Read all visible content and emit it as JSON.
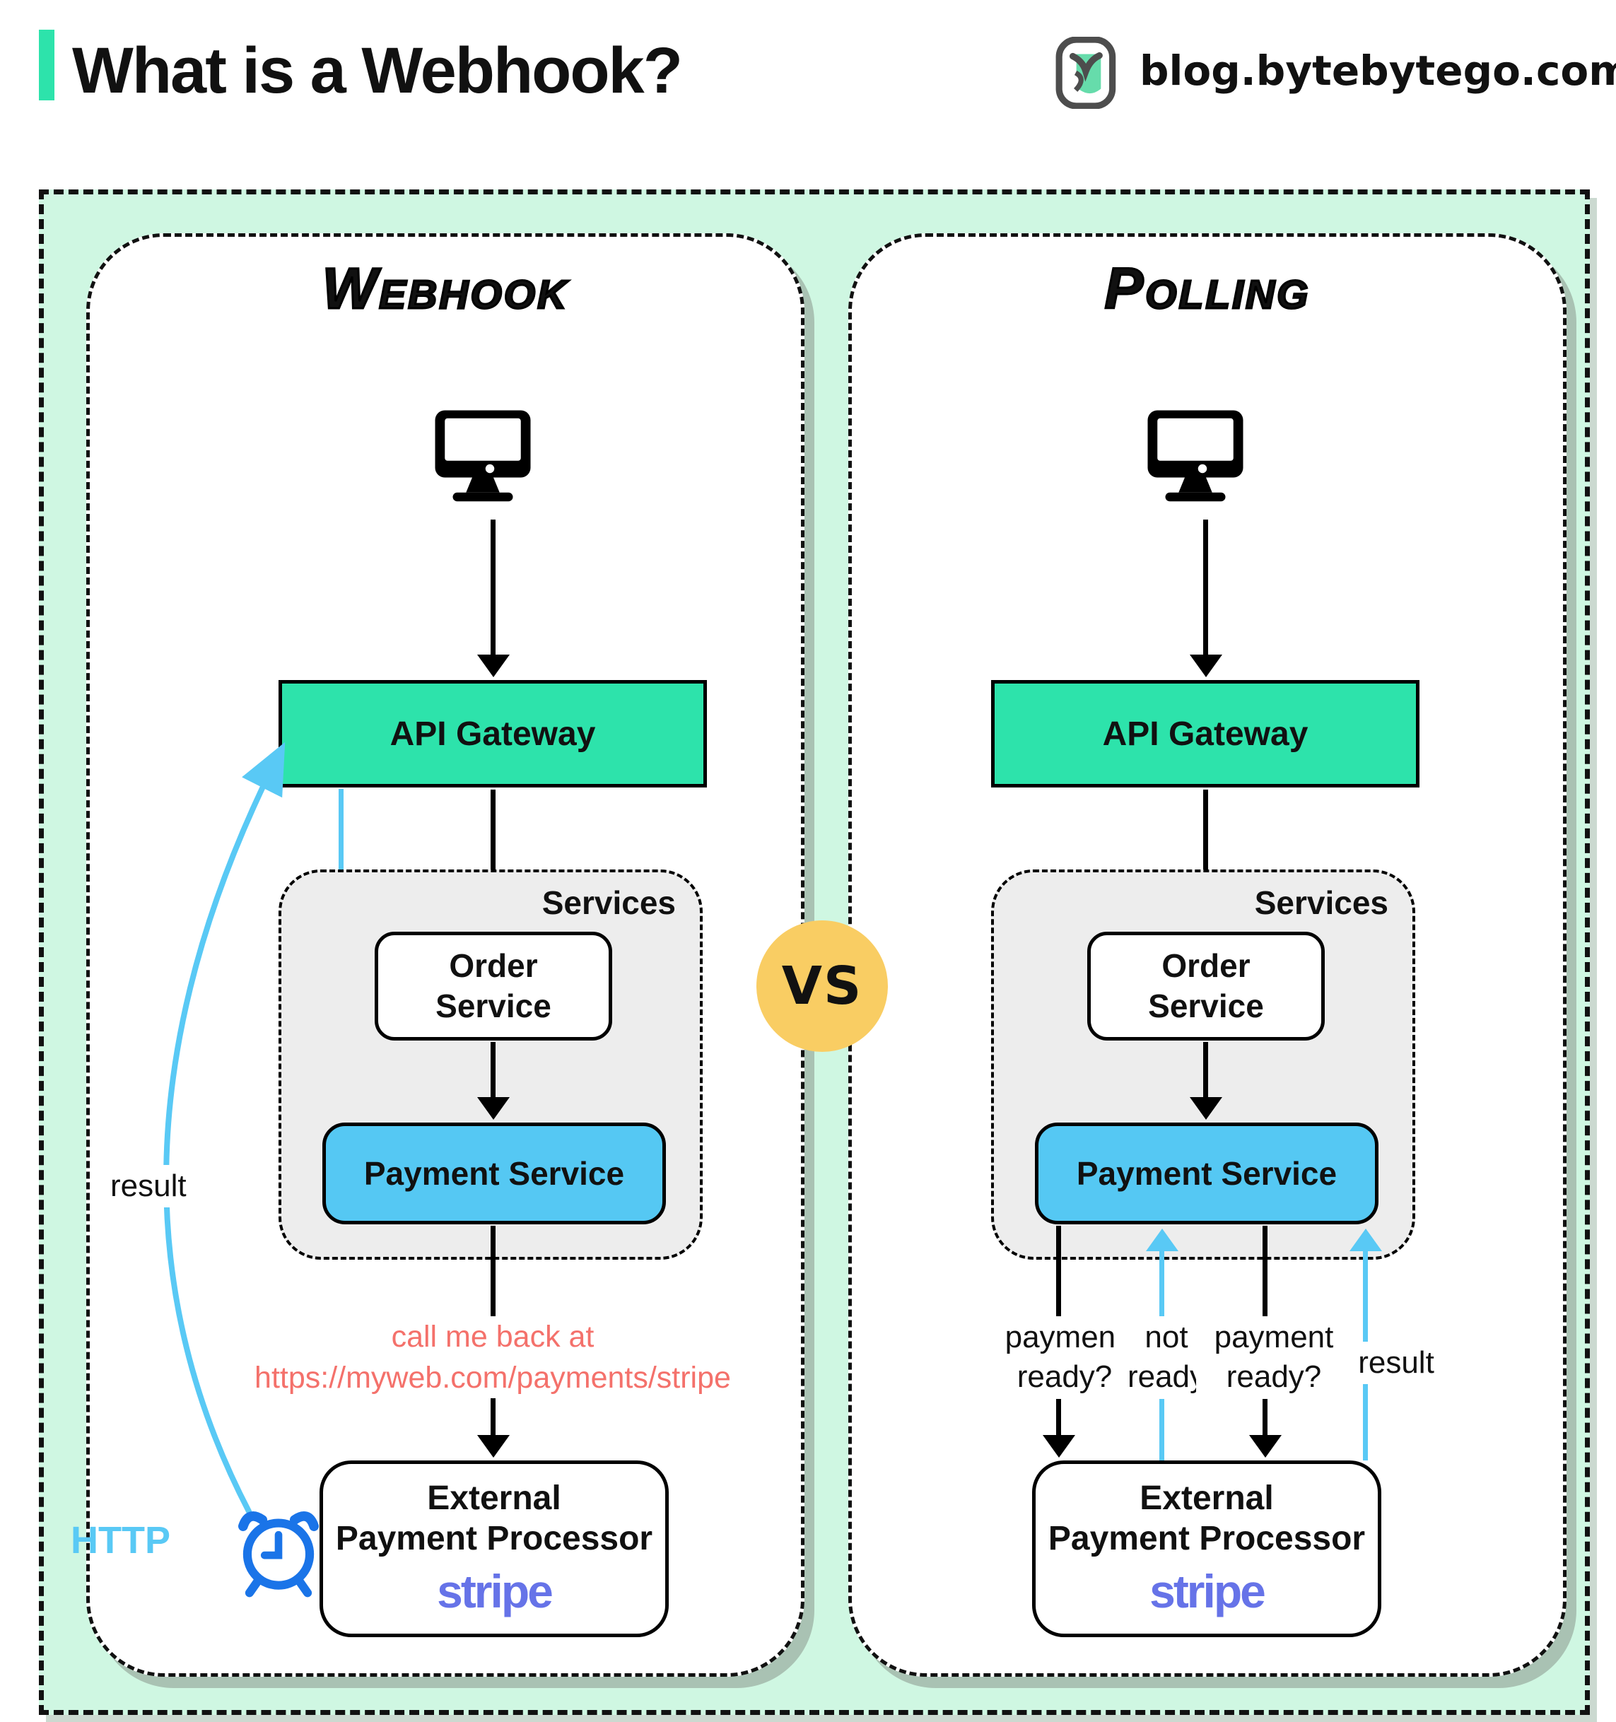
{
  "header": {
    "title": "What is a Webhook?",
    "site": "blog.bytebytego.com",
    "logo_icon": "bytebytego-logo-icon",
    "accent_color": "#2de3ab"
  },
  "vs_badge": {
    "label": "VS",
    "color": "#f9cd63"
  },
  "left_panel": {
    "title": "Webhook",
    "client_icon": "desktop-computer-icon",
    "api_gateway_label": "API Gateway",
    "services_group_label": "Services",
    "order_service_line1": "Order",
    "order_service_line2": "Service",
    "payment_service_label": "Payment Service",
    "callback_line1": "call me back at",
    "callback_line2": "https://myweb.com/payments/stripe",
    "external_processor_line1": "External",
    "external_processor_line2": "Payment Processor",
    "external_processor_brand": "stripe",
    "result_arrow_label": "result",
    "http_label": "HTTP",
    "clock_icon": "alarm-clock-icon"
  },
  "right_panel": {
    "title": "Polling",
    "client_icon": "desktop-computer-icon",
    "api_gateway_label": "API Gateway",
    "services_group_label": "Services",
    "order_service_line1": "Order",
    "order_service_line2": "Service",
    "payment_service_label": "Payment Service",
    "external_processor_line1": "External",
    "external_processor_line2": "Payment Processor",
    "external_processor_brand": "stripe",
    "polling_arrows": [
      {
        "label_line1": "payment",
        "label_line2": "ready?",
        "direction": "down",
        "color": "black"
      },
      {
        "label_line1": "not",
        "label_line2": "ready",
        "direction": "up",
        "color": "blue"
      },
      {
        "label_line1": "payment",
        "label_line2": "ready?",
        "direction": "down",
        "color": "black"
      },
      {
        "label_line1": "result",
        "label_line2": "",
        "direction": "up",
        "color": "blue"
      }
    ]
  },
  "colors": {
    "mint_background": "#cff7e2",
    "gateway_green": "#2de3ab",
    "payment_blue": "#55c8f3",
    "arrow_blue": "#59c9f5",
    "clock_blue": "#1a74e8",
    "callback_salmon": "#f4716b",
    "vs_yellow": "#f9cd63",
    "stripe_purple": "#6673e8",
    "services_gray": "#ededed"
  }
}
